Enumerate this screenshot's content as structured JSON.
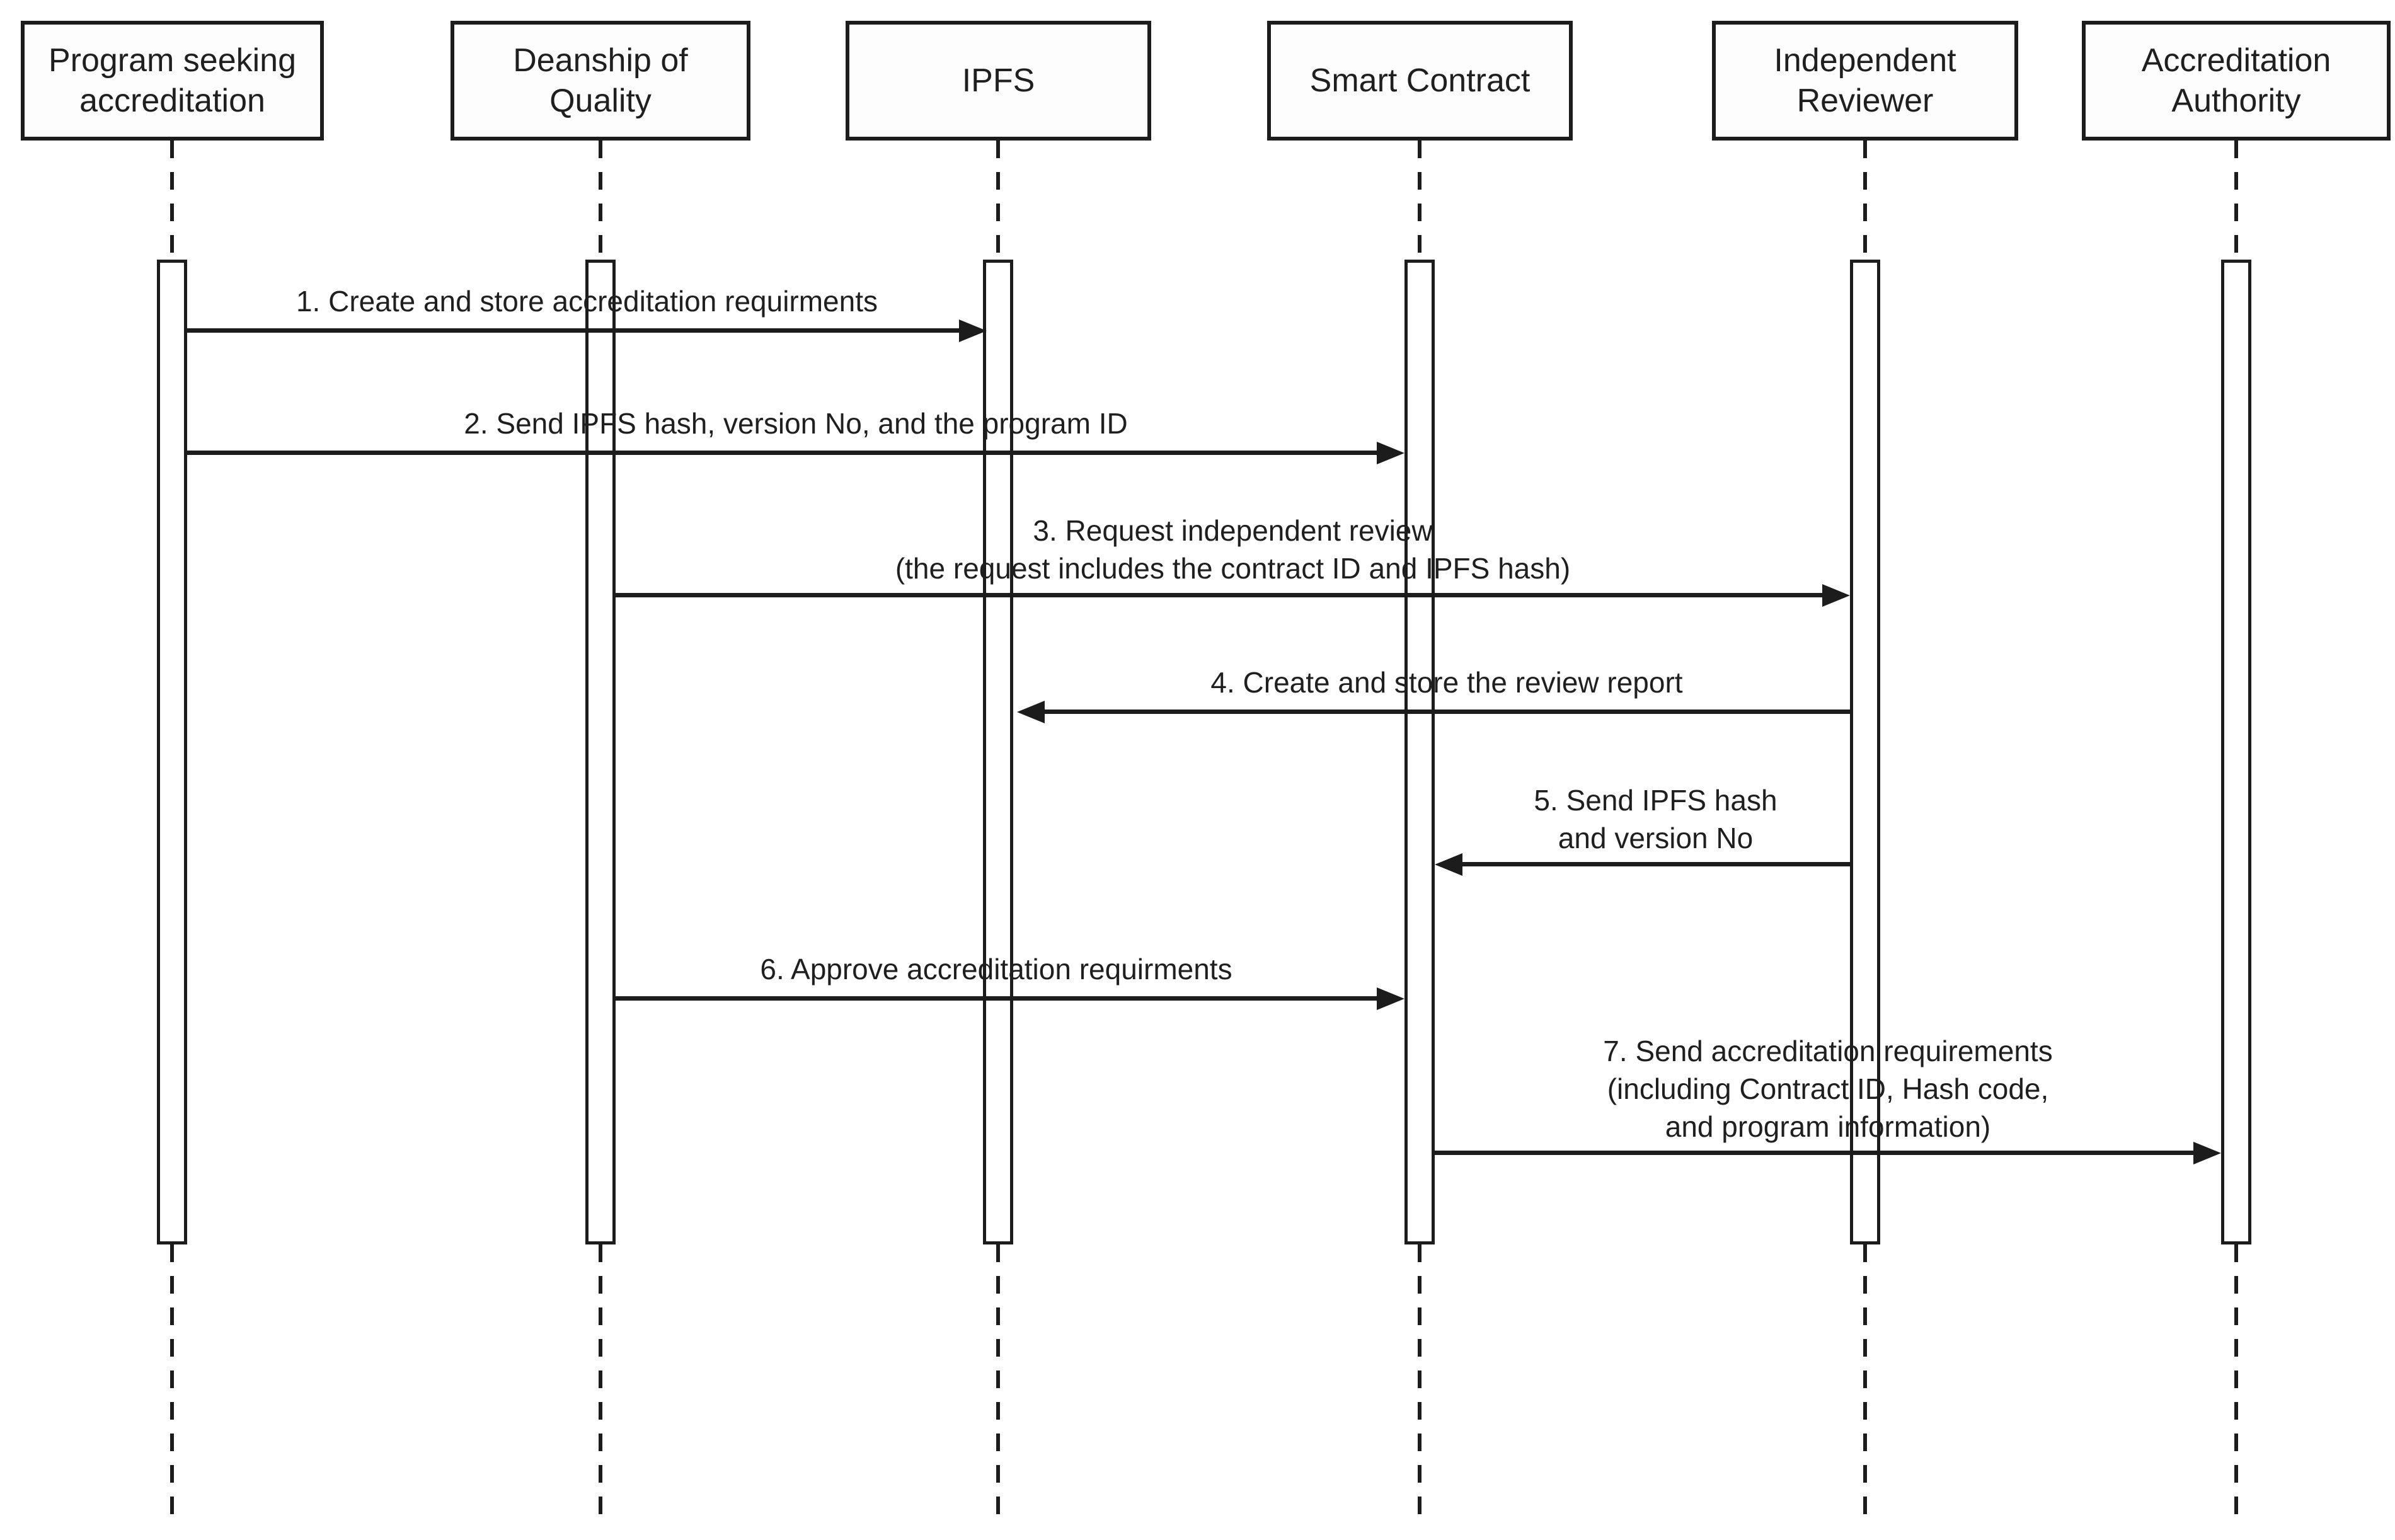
{
  "colors": {
    "background": "#ffffff",
    "line": "#1c1c1c",
    "text": "#1f1f1f"
  },
  "diagram": {
    "type": "uml-sequence-diagram",
    "actors": [
      {
        "label": "Program seeking accreditation",
        "lines": [
          "Program seeking",
          "accreditation"
        ]
      },
      {
        "label": "Deanship of Quality",
        "lines": [
          "Deanship of",
          "Quality"
        ]
      },
      {
        "label": "IPFS",
        "lines": [
          "IPFS"
        ]
      },
      {
        "label": "Smart Contract",
        "lines": [
          "Smart Contract"
        ]
      },
      {
        "label": "Independent Reviewer",
        "lines": [
          "Independent",
          "Reviewer"
        ]
      },
      {
        "label": "Accreditation Authority",
        "lines": [
          "Accreditation",
          "Authority"
        ]
      }
    ],
    "messages": [
      {
        "num": "1",
        "from": "Program seeking accreditation",
        "to": "IPFS",
        "direction": "right",
        "text": "1. Create and store accreditation requirments",
        "lines": [
          "1. Create and store accreditation requirments"
        ]
      },
      {
        "num": "2",
        "from": "Program seeking accreditation",
        "to": "Smart Contract",
        "direction": "right",
        "text": "2. Send IPFS hash, version No, and the program ID",
        "lines": [
          "2. Send IPFS hash, version No, and the program ID"
        ]
      },
      {
        "num": "3",
        "from": "Deanship of Quality",
        "to": "Independent Reviewer",
        "direction": "right",
        "text": "3. Request independent review (the request includes the contract ID and IPFS hash)",
        "lines": [
          "3. Request independent review",
          "(the request includes the contract ID and IPFS hash)"
        ]
      },
      {
        "num": "4",
        "from": "Independent Reviewer",
        "to": "IPFS",
        "direction": "left",
        "text": "4. Create and store the review report",
        "lines": [
          "4. Create and store the review report"
        ]
      },
      {
        "num": "5",
        "from": "Independent Reviewer",
        "to": "Smart Contract",
        "direction": "left",
        "text": "5. Send IPFS hash and version No",
        "lines": [
          "5. Send IPFS hash",
          "and version No"
        ]
      },
      {
        "num": "6",
        "from": "Deanship of Quality",
        "to": "Smart Contract",
        "direction": "right",
        "text": "6. Approve accreditation requirments",
        "lines": [
          "6. Approve accreditation requirments"
        ]
      },
      {
        "num": "7",
        "from": "Smart Contract",
        "to": "Accreditation Authority",
        "direction": "right",
        "text": "7. Send accreditation requirements (including Contract ID, Hash code, and program information)",
        "lines": [
          "7. Send accreditation requirements",
          "(including Contract ID, Hash code,",
          "and program information)"
        ]
      }
    ]
  }
}
